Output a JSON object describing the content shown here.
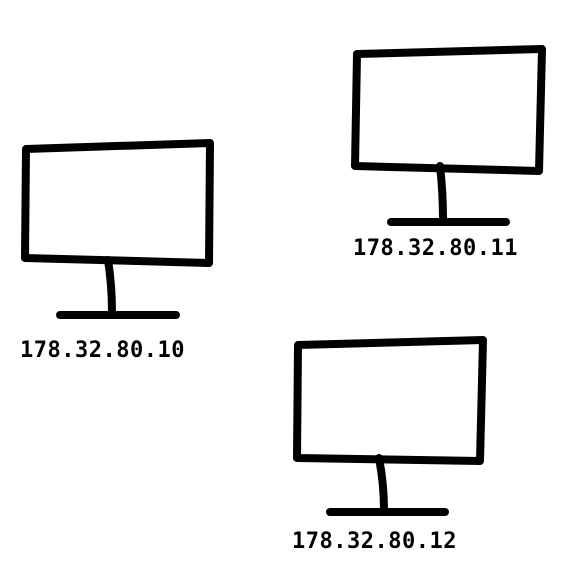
{
  "computers": [
    {
      "ip": "178.32.80.10",
      "icon": "monitor-icon"
    },
    {
      "ip": "178.32.80.11",
      "icon": "monitor-icon"
    },
    {
      "ip": "178.32.80.12",
      "icon": "monitor-icon"
    }
  ],
  "colors": {
    "stroke": "#000000",
    "background": "#ffffff"
  }
}
